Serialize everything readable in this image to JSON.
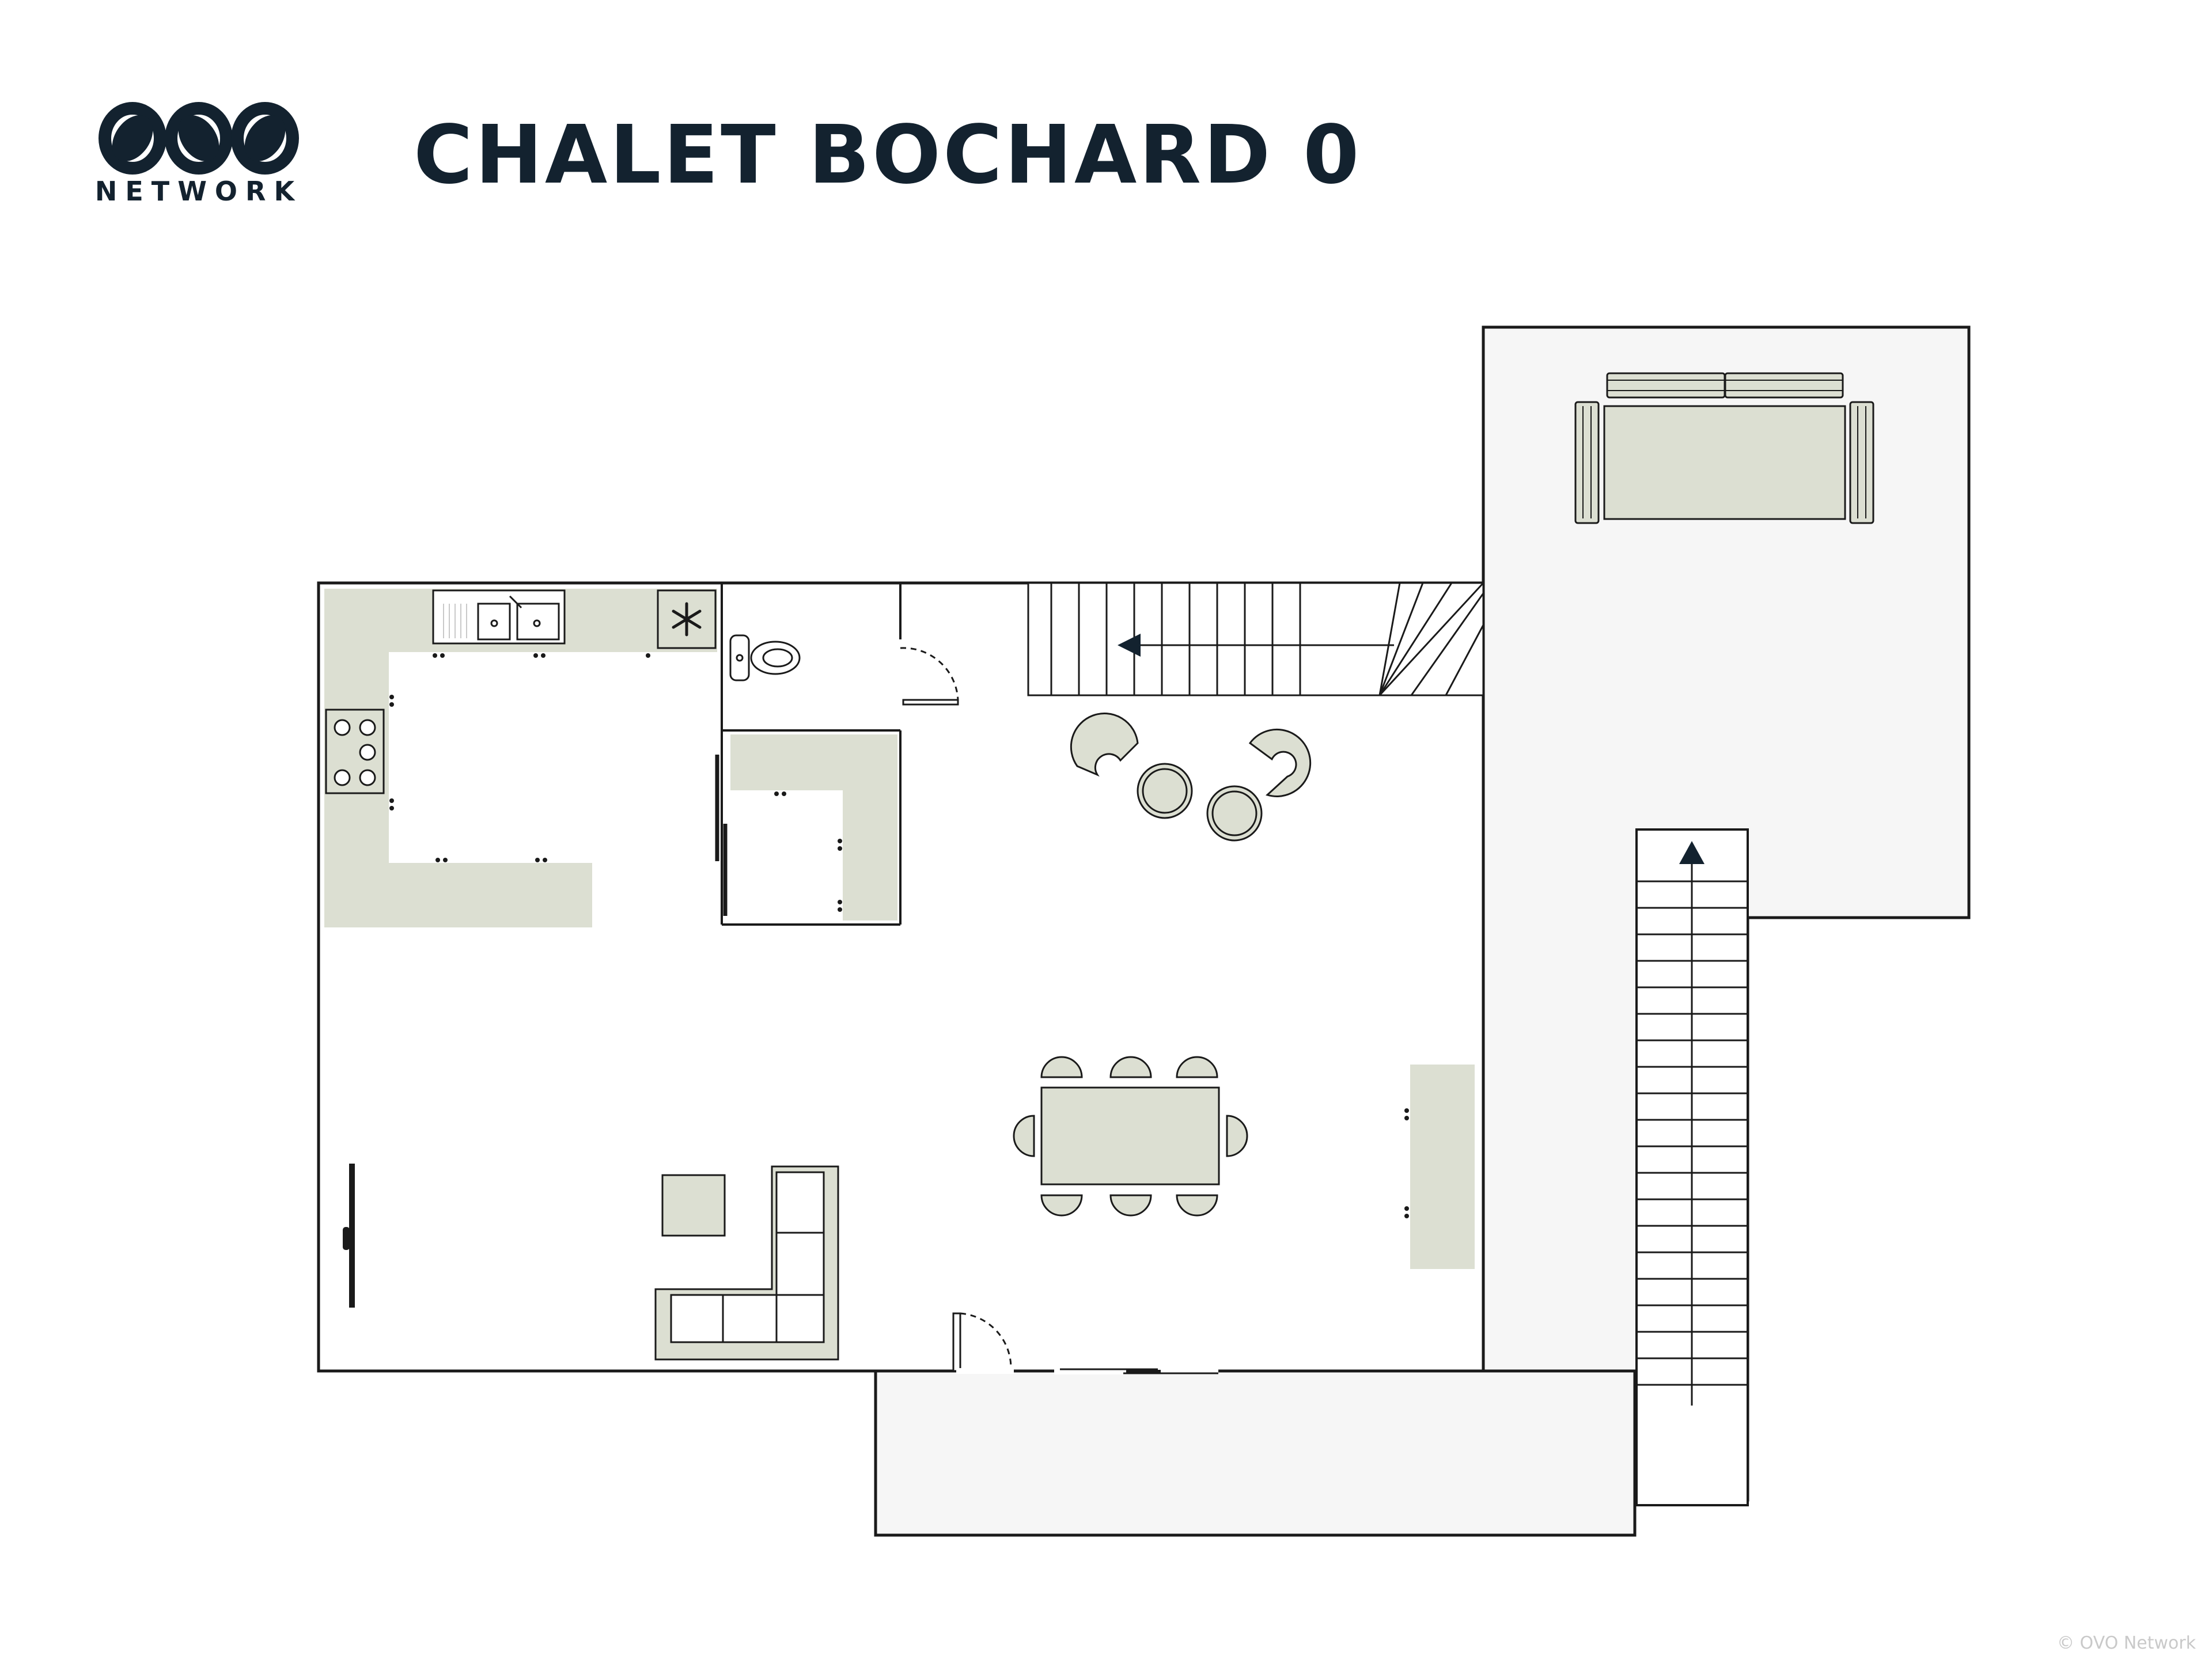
{
  "header": {
    "title": "CHALET BOCHARD 0",
    "logo_text": "NETWORK"
  },
  "footer": {
    "copyright": "© OVO Network"
  },
  "colors": {
    "wall": "#1a1a1a",
    "furniture_fill": "#dcdfd2",
    "terrace_fill": "#f6f6f6",
    "ink": "#13222f",
    "stair_arrow": "#13222f"
  },
  "icons": {
    "freezer": "snowflake-icon"
  }
}
